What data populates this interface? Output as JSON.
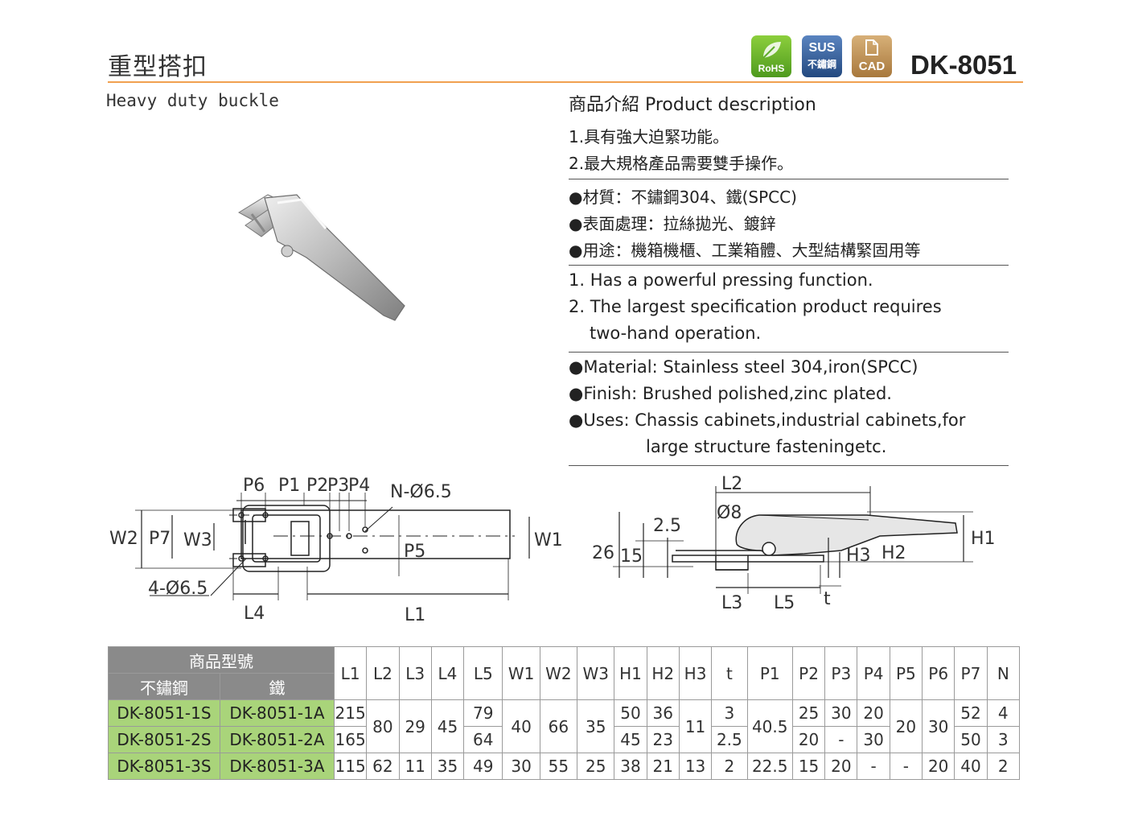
{
  "header": {
    "title_zh": "重型搭扣",
    "title_en": "Heavy duty buckle",
    "model": "DK-8051",
    "badges": {
      "rohs": "RoHS",
      "sus_top": "SUS",
      "sus_bottom": "不鏽鋼",
      "cad": "CAD"
    },
    "accent_color": "#f0a050"
  },
  "description": {
    "heading": "商品介紹 Product description",
    "zh_points": [
      "1.具有強大迫緊功能。",
      "2.最大規格產品需要雙手操作。"
    ],
    "zh_specs": [
      "●材質：不鏽鋼304、鐵(SPCC)",
      "●表面處理：拉絲拋光、鍍鋅",
      "●用途：機箱機櫃、工業箱體、大型結構緊固用等"
    ],
    "en_points": [
      "1. Has a powerful pressing function.",
      "2. The largest specification product requires",
      "two-hand operation."
    ],
    "en_specs": [
      "●Material: Stainless steel 304,iron(SPCC)",
      "●Finish: Brushed polished,zinc plated.",
      "●Uses: Chassis cabinets,industrial cabinets,for",
      "large structure fasteningetc."
    ]
  },
  "drawing_top": {
    "labels": [
      "P6",
      "P1",
      "P2",
      "P3",
      "P4",
      "N-Ø6.5",
      "W2",
      "P7",
      "W3",
      "W1",
      "P5",
      "4-Ø6.5",
      "L4",
      "L1"
    ]
  },
  "drawing_side": {
    "labels": [
      "L2",
      "Ø8",
      "2.5",
      "26",
      "15",
      "H1",
      "H3",
      "H2",
      "L3",
      "L5",
      "t"
    ]
  },
  "table": {
    "group_header": "商品型號",
    "sub_headers": [
      "不鏽鋼",
      "鐵"
    ],
    "columns": [
      "L1",
      "L2",
      "L3",
      "L4",
      "L5",
      "W1",
      "W2",
      "W3",
      "H1",
      "H2",
      "H3",
      "t",
      "P1",
      "P2",
      "P3",
      "P4",
      "P5",
      "P6",
      "P7",
      "N"
    ],
    "rows": [
      {
        "ss": "DK-8051-1S",
        "fe": "DK-8051-1A",
        "L1": "215",
        "L5": "79",
        "H1": "50",
        "H2": "36",
        "t": "3",
        "P2": "25",
        "P3": "30",
        "P4": "20",
        "P7": "52",
        "N": "4"
      },
      {
        "ss": "DK-8051-2S",
        "fe": "DK-8051-2A",
        "L1": "165",
        "L5": "64",
        "H1": "45",
        "H2": "23",
        "t": "2.5",
        "P2": "20",
        "P3": "-",
        "P4": "30",
        "P7": "50",
        "N": "3"
      },
      {
        "ss": "DK-8051-3S",
        "fe": "DK-8051-3A",
        "L1": "115",
        "L2": "62",
        "L3": "11",
        "L4": "35",
        "L5": "49",
        "W1": "30",
        "W2": "55",
        "W3": "25",
        "H1": "38",
        "H2": "21",
        "H3": "13",
        "t": "2",
        "P1": "22.5",
        "P2": "15",
        "P3": "20",
        "P4": "-",
        "P5": "-",
        "P6": "20",
        "P7": "40",
        "N": "2"
      }
    ],
    "merged_1_2": {
      "L2": "80",
      "L3": "29",
      "L4": "45",
      "W1": "40",
      "W2": "66",
      "W3": "35",
      "H3": "11",
      "P1": "40.5",
      "P5": "20",
      "P6": "30"
    },
    "header_color": "#8a8a8a",
    "part_color": "#a9d47a"
  }
}
